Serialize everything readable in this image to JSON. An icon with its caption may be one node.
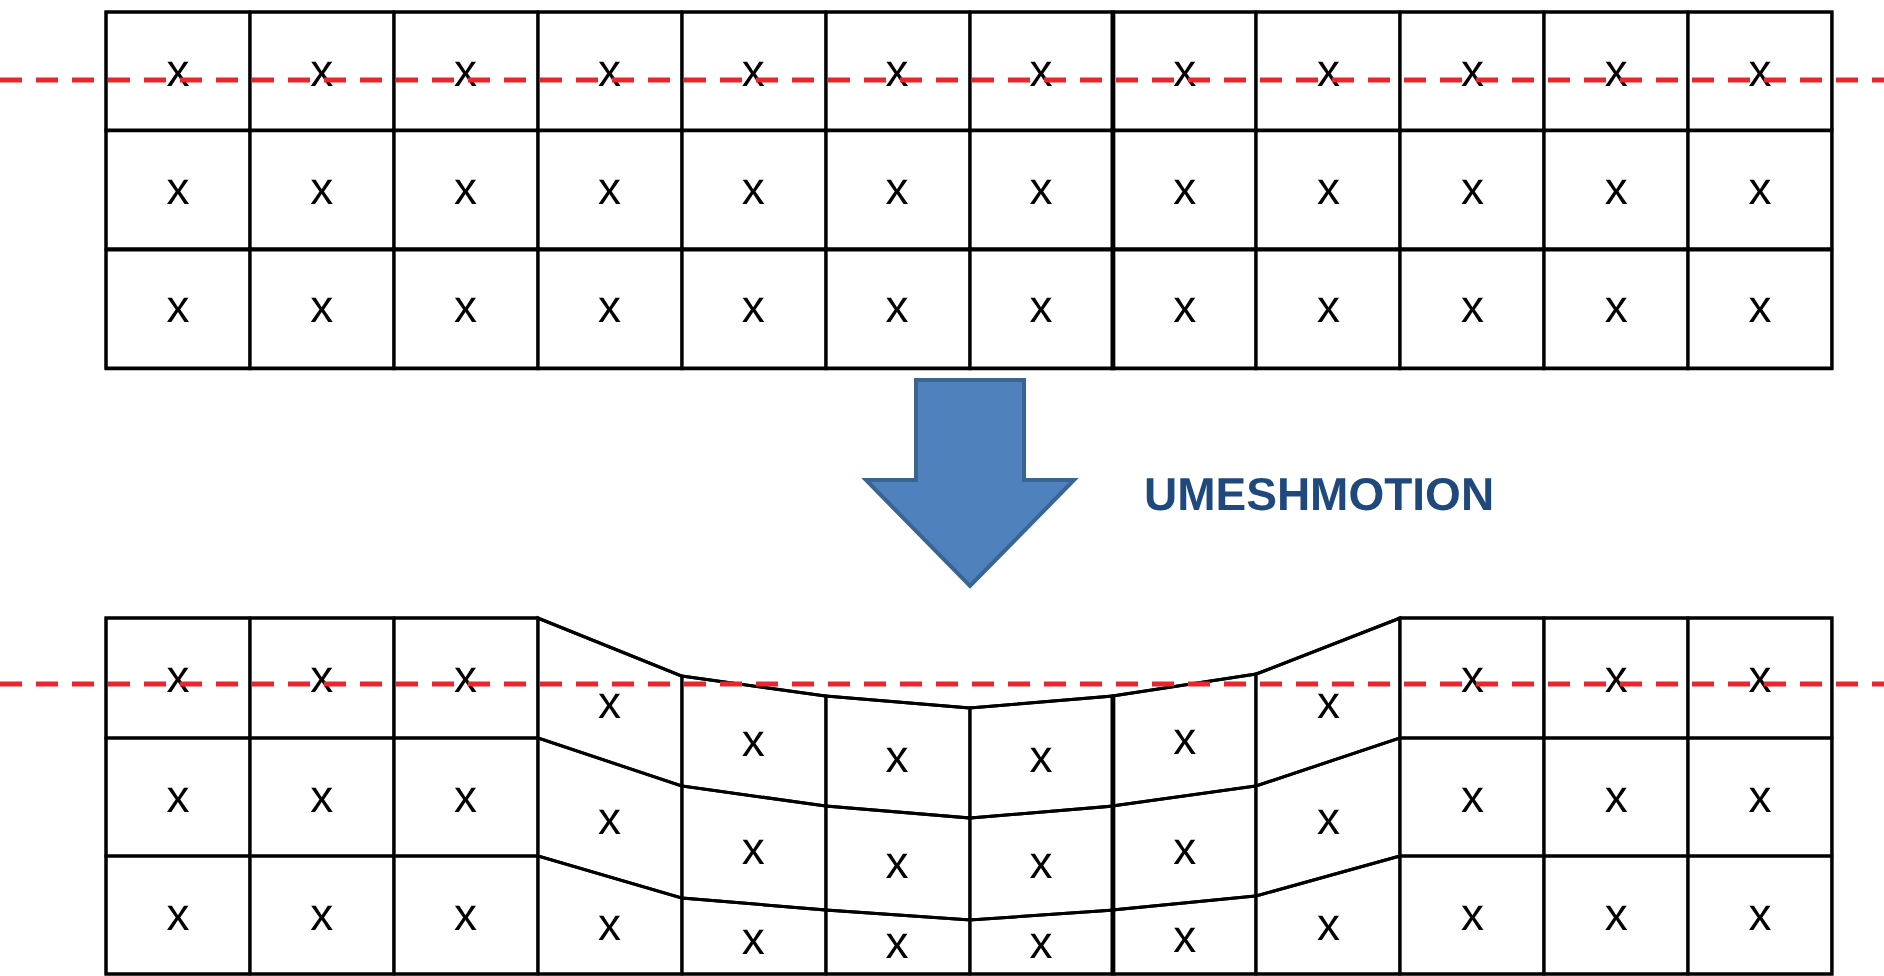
{
  "diagram": {
    "nodes": [
      {
        "text": [],
        "shape": "box"
      },
      {
        "text": [
          "x"
        ],
        "in": 0
      },
      {
        "text": [
          "x"
        ],
        "in": 0
      },
      {
        "text": [
          "x"
        ],
        "in": 0
      },
      {
        "text": [
          "x"
        ],
        "in": 0
      },
      {
        "text": [
          "x"
        ],
        "in": 0
      },
      {
        "text": [
          "x"
        ],
        "in": 0
      },
      {
        "text": [
          "x"
        ],
        "in": 0
      },
      {
        "text": [
          "x"
        ],
        "in": 0
      },
      {
        "text": [
          "x"
        ],
        "in": 0
      },
      {
        "text": [
          "x"
        ],
        "in": 0
      },
      {
        "text": [
          "x"
        ],
        "in": 0
      },
      {
        "text": [
          "x"
        ],
        "in": 0
      },
      {
        "text": [
          "x"
        ],
        "in": 0
      },
      {
        "text": [
          "x"
        ],
        "in": 0
      },
      {
        "text": [
          "x"
        ],
        "in": 0
      },
      {
        "text": [
          "x"
        ],
        "in": 0
      },
      {
        "text": [
          "x"
        ],
        "in": 0
      },
      {
        "text": [
          "x"
        ],
        "in": 0
      },
      {
        "text": [
          "x"
        ],
        "in": 0
      },
      {
        "text": [
          "x"
        ],
        "in": 0
      },
      {
        "text": [
          "x"
        ],
        "in": 0
      },
      {
        "text": [
          "x"
        ],
        "in": 0
      },
      {
        "text": [
          "x"
        ],
        "in": 0
      },
      {
        "text": [
          "x"
        ],
        "in": 0
      },
      {
        "text": [
          "x"
        ],
        "in": 0
      },
      {
        "text": [
          "x"
        ],
        "in": 0
      },
      {
        "text": [
          "x"
        ],
        "in": 0
      },
      {
        "text": [
          "x"
        ],
        "in": 0
      },
      {
        "text": [
          "x"
        ],
        "in": 0
      },
      {
        "text": [
          "x"
        ],
        "in": 0
      },
      {
        "text": [
          "x"
        ],
        "in": 0
      },
      {
        "text": [
          "x"
        ],
        "in": 0
      },
      {
        "text": [
          "x"
        ],
        "in": 0
      },
      {
        "text": [
          "x"
        ],
        "in": 0
      },
      {
        "text": [
          "x"
        ],
        "in": 0
      },
      {
        "text": [
          "x"
        ],
        "in": 0
      },
      {
        "text": [],
        "shape": "box"
      },
      {
        "text": [
          "x"
        ],
        "in": 37
      },
      {
        "text": [
          "x"
        ],
        "in": 37
      },
      {
        "text": [
          "x"
        ],
        "in": 37
      },
      {
        "text": [
          "x"
        ],
        "in": 37
      },
      {
        "text": [
          "x"
        ],
        "in": 37
      },
      {
        "text": [
          "x"
        ],
        "in": 37
      },
      {
        "text": [
          "x"
        ],
        "in": 37
      },
      {
        "text": [
          "x"
        ],
        "in": 37
      },
      {
        "text": [
          "x"
        ],
        "in": 37
      },
      {
        "text": [
          "x"
        ],
        "in": 37
      },
      {
        "text": [
          "x"
        ],
        "in": 37
      },
      {
        "text": [
          "x"
        ],
        "in": 37
      },
      {
        "text": [
          "x"
        ],
        "in": 37
      },
      {
        "text": [
          "x"
        ],
        "in": 37
      },
      {
        "text": [
          "x"
        ],
        "in": 37
      },
      {
        "text": [
          "x"
        ],
        "in": 37
      },
      {
        "text": [
          "x"
        ],
        "in": 37
      },
      {
        "text": [
          "x"
        ],
        "in": 37
      },
      {
        "text": [
          "x"
        ],
        "in": 37
      },
      {
        "text": [
          "x"
        ],
        "in": 37
      },
      {
        "text": [
          "x"
        ],
        "in": 37
      },
      {
        "text": [
          "x"
        ],
        "in": 37
      },
      {
        "text": [
          "x"
        ],
        "in": 37
      },
      {
        "text": [
          "x"
        ],
        "in": 37
      },
      {
        "text": [
          "x"
        ],
        "in": 37
      },
      {
        "text": [
          "x"
        ],
        "in": 37
      },
      {
        "text": [
          "x"
        ],
        "in": 37
      },
      {
        "text": [
          "x"
        ],
        "in": 37
      },
      {
        "text": [
          "x"
        ],
        "in": 37
      },
      {
        "text": [
          "x"
        ],
        "in": 37
      },
      {
        "text": [
          "x"
        ],
        "in": 37
      },
      {
        "text": [
          "x"
        ],
        "in": 37
      },
      {
        "text": [
          "x"
        ],
        "in": 37
      },
      {
        "text": [
          "x"
        ],
        "in": 37
      },
      {
        "text": [
          "x"
        ],
        "in": 37
      },
      {
        "text": [
          "x"
        ],
        "in": 37
      }
    ],
    "edges": [
      {
        "from": 0,
        "to": 37,
        "arrow": "to",
        "label": "UMESHMOTION",
        "style": "thick",
        "color": "#4f81bd"
      }
    ]
  }
}
